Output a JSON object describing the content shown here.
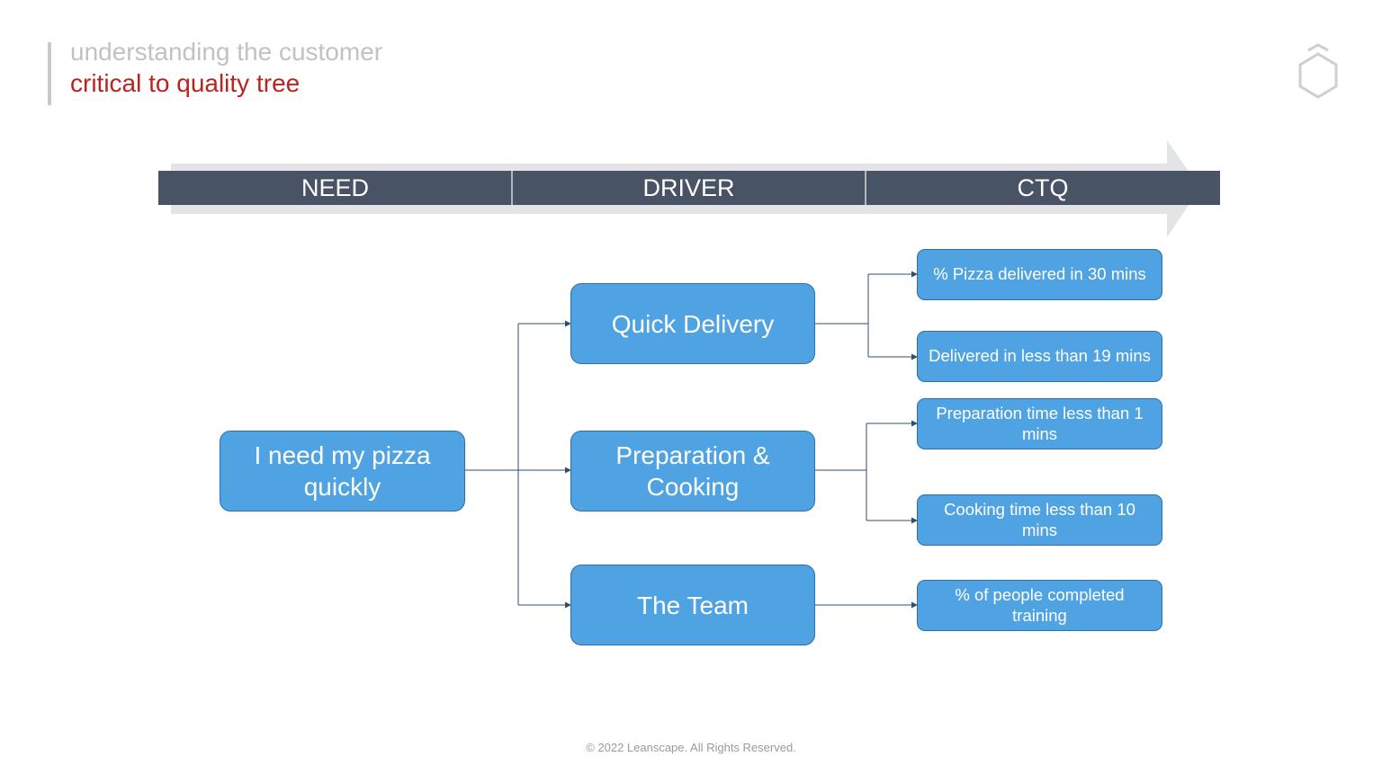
{
  "header": {
    "subtitle": "understanding the customer",
    "title": "critical to quality tree"
  },
  "columns": [
    "NEED",
    "DRIVER",
    "CTQ"
  ],
  "need": {
    "label": "I need my pizza quickly"
  },
  "drivers": [
    {
      "label": "Quick Delivery"
    },
    {
      "label": "Preparation & Cooking"
    },
    {
      "label": "The Team"
    }
  ],
  "ctqs": [
    {
      "label": "% Pizza delivered in 30 mins"
    },
    {
      "label": "Delivered in less than 19 mins"
    },
    {
      "label": "Preparation time less than 1 mins"
    },
    {
      "label": "Cooking time less than 10 mins"
    },
    {
      "label": "% of people completed training"
    }
  ],
  "footer": {
    "copyright": "© 2022 Leanscape. All Rights Reserved."
  },
  "colors": {
    "header_band": "#485466",
    "arrow": "#e3e4e6",
    "node_fill": "#4fa3e3",
    "title_accent": "#b8241f"
  },
  "icons": {
    "logo": "hexagon-logo-icon"
  }
}
